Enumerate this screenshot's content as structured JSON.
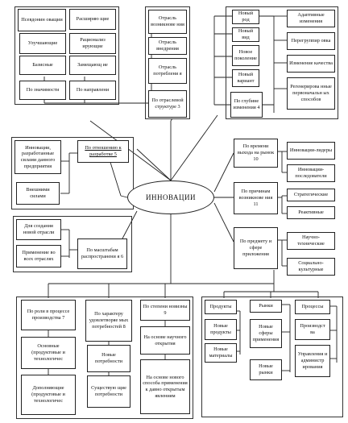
{
  "hub": "ИННОВАЦИИ",
  "top_left": {
    "items": [
      "Псевдонин оващии",
      "Улучшающие",
      "Базисные",
      "Расширяю щие",
      "Рационализ ирующие",
      "Замещающ ие"
    ],
    "groups": [
      "По значимости",
      "По направлени"
    ]
  },
  "top_mid": {
    "items": [
      "Отрасль возникнове ния",
      "Отрасль внедрения",
      "Отрасль потреблени я"
    ],
    "group": "По отраслевой структуре 3"
  },
  "top_right": {
    "left": [
      "Новый род",
      "Новый вид",
      "Новое поколение",
      "Новый вариант"
    ],
    "group": "По глубине изменения 4",
    "right": [
      "Адаптивные изменения",
      "Перегруппир овка",
      "Изменение качества",
      "Регенерирова нные первоначальн ых способов"
    ]
  },
  "left_mid": {
    "items": [
      "Инновации, разработанные силами данного предприятия",
      "Внешними силами"
    ],
    "group": "По отношению к разработке 5"
  },
  "left_low": {
    "items": [
      "Для создания новой отрасли",
      "Применение во всех отраслях"
    ],
    "group": "По масштабам распространени я 6"
  },
  "right_1": {
    "group": "По времени выхода на рынок 10",
    "items": [
      "Инновации-лидеры",
      "Инновации-последователи"
    ]
  },
  "right_2": {
    "group": "По причинам возникнове ния 11",
    "items": [
      "Стратегические",
      "Реактивные"
    ]
  },
  "right_3": {
    "group": "По предмету и сфере приложения",
    "items": [
      "Научно-технические",
      "Социально-культурные"
    ]
  },
  "bottom_left": {
    "group": "По роли в процессе производства 7",
    "items": [
      "Основные (продуктовые и технологичес",
      "Дополняющие (продуктовые и технологичес"
    ]
  },
  "bottom_mid1": {
    "group": "По характеру удовлетворяе мых потребностей 8",
    "items": [
      "Новые потребности",
      "Существую щие потребности"
    ]
  },
  "bottom_mid2": {
    "group": "По степени новизны 9",
    "items": [
      "На основе научного открытия",
      "На основе нового способа применения к давно открытым явлениям"
    ]
  },
  "bottom_right": {
    "products": {
      "head": "Продукты",
      "items": [
        "Новые продукты",
        "Новые материалы"
      ]
    },
    "markets": {
      "head": "Рынки",
      "items": [
        "Новые сферы применения",
        "Новые рынки"
      ]
    },
    "processes": {
      "head": "Процессы",
      "items": [
        "Производст ва",
        "Управления и администр ирования"
      ]
    }
  }
}
